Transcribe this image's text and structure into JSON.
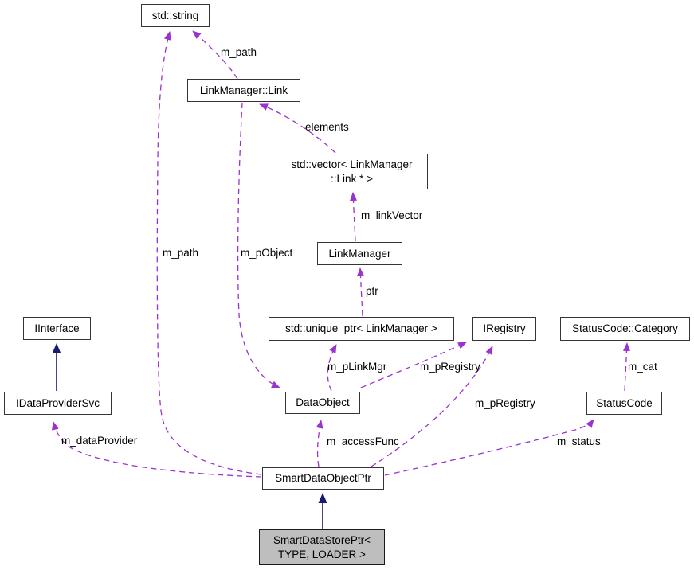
{
  "diagram": {
    "kind": "doxygen-collaboration-graph",
    "colors": {
      "background": "#ffffff",
      "usage_edge": "#9a32cd",
      "inheritance_edge": "#191970",
      "node_border": "#353535",
      "node_fill": "#ffffff",
      "highlight_node_fill": "#bebebe",
      "text": "#000000"
    },
    "nodes": {
      "std_string": {
        "label": "std::string"
      },
      "linkmanager_link": {
        "label": "LinkManager::Link"
      },
      "std_vector": {
        "line1": "std::vector< LinkManager",
        "line2": "::Link * >"
      },
      "linkmanager": {
        "label": "LinkManager"
      },
      "std_unique_ptr": {
        "label": "std::unique_ptr< LinkManager >"
      },
      "iregistry": {
        "label": "IRegistry"
      },
      "statuscode_category": {
        "label": "StatusCode::Category"
      },
      "iinterface": {
        "label": "IInterface"
      },
      "idataprovidersvc": {
        "label": "IDataProviderSvc"
      },
      "dataobject": {
        "label": "DataObject"
      },
      "statuscode": {
        "label": "StatusCode"
      },
      "smartdataobjectptr": {
        "label": "SmartDataObjectPtr"
      },
      "smartdatastoreptr": {
        "line1": "SmartDataStorePtr<",
        "line2": "TYPE, LOADER >"
      }
    },
    "edge_labels": {
      "m_path_link_to_string": "m_path",
      "elements": "elements",
      "m_linkVector": "m_linkVector",
      "ptr": "ptr",
      "m_path_smart_to_string": "m_path",
      "m_pObject": "m_pObject",
      "m_pLinkMgr": "m_pLinkMgr",
      "m_pRegistry_from_dataobject": "m_pRegistry",
      "m_pRegistry_from_smart": "m_pRegistry",
      "m_cat": "m_cat",
      "m_dataProvider": "m_dataProvider",
      "m_accessFunc": "m_accessFunc",
      "m_status": "m_status"
    }
  }
}
